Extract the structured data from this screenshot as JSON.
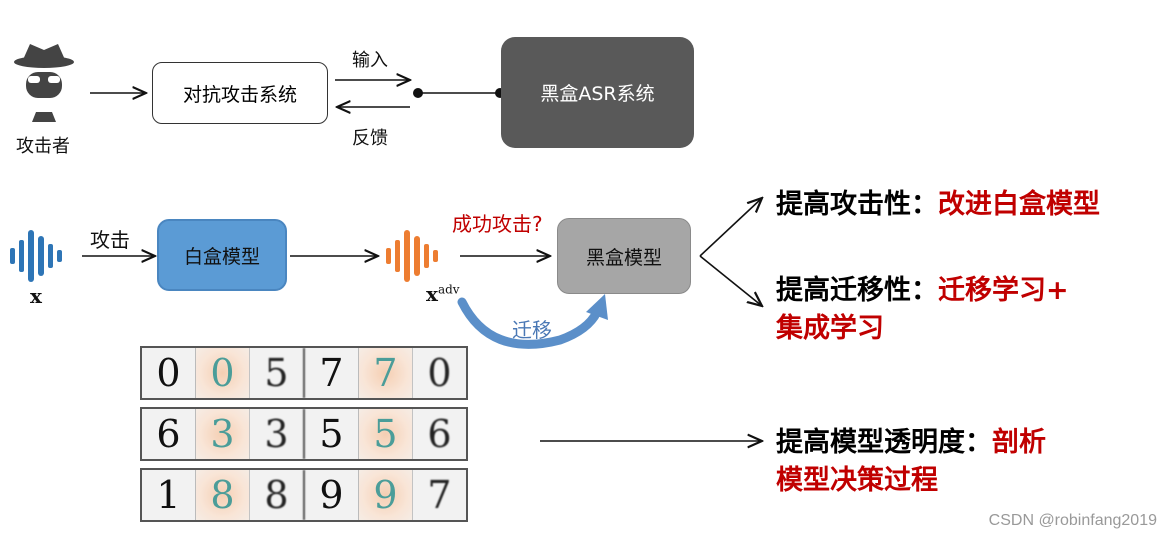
{
  "attacker": {
    "label": "攻击者",
    "icon": "spy-icon"
  },
  "top_flow": {
    "attack_system": "对抗攻击系统",
    "input_label": "输入",
    "feedback_label": "反馈",
    "blackbox_asr": "黑盒ASR系统"
  },
  "mid_flow": {
    "x_label": "x",
    "attack_label": "攻击",
    "whitebox": "白盒模型",
    "xadv_base": "x",
    "xadv_sup": "adv",
    "success_label": "成功攻击?",
    "blackbox": "黑盒模型",
    "transfer_label": "迁移"
  },
  "digit_rows": [
    [
      "0",
      "0",
      "5",
      "7",
      "7",
      "0"
    ],
    [
      "6",
      "3",
      "3",
      "5",
      "5",
      "6"
    ],
    [
      "1",
      "8",
      "8",
      "9",
      "9",
      "7"
    ]
  ],
  "right_items": [
    {
      "prefix": "提高攻击性：",
      "highlight": "改进白盒模型",
      "line2": ""
    },
    {
      "prefix": "提高迁移性：",
      "highlight": "迁移学习+",
      "line2": "集成学习"
    },
    {
      "prefix": "提高模型透明度：",
      "highlight": "剖析",
      "line2": "模型决策过程"
    }
  ],
  "watermark": "CSDN @robinfang2019",
  "colors": {
    "whitebox_fill": "#5b9bd5",
    "blackbox_fill": "#a6a6a6",
    "asr_fill": "#595959",
    "waveform_blue": "#2e75b6",
    "waveform_orange": "#ed7d31",
    "transfer_arrow": "#5b8fc9",
    "highlight_red": "#c00000"
  }
}
